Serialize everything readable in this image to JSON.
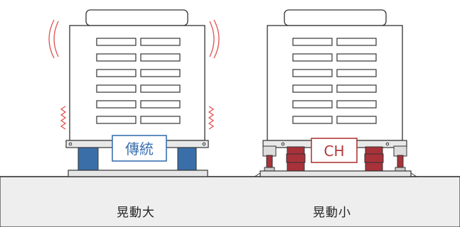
{
  "left_unit": {
    "badge_label": "傳統",
    "caption": "晃動大",
    "badge_color": "#3a6fb0",
    "mount_color": "#3a6ea8",
    "vibration_color": "#e05050"
  },
  "right_unit": {
    "badge_label": "CH",
    "caption": "晃動小",
    "badge_color": "#b03a3a",
    "mount_color": "#a8323a"
  },
  "ground_color": "#eeeeee",
  "outline_color": "#333333"
}
